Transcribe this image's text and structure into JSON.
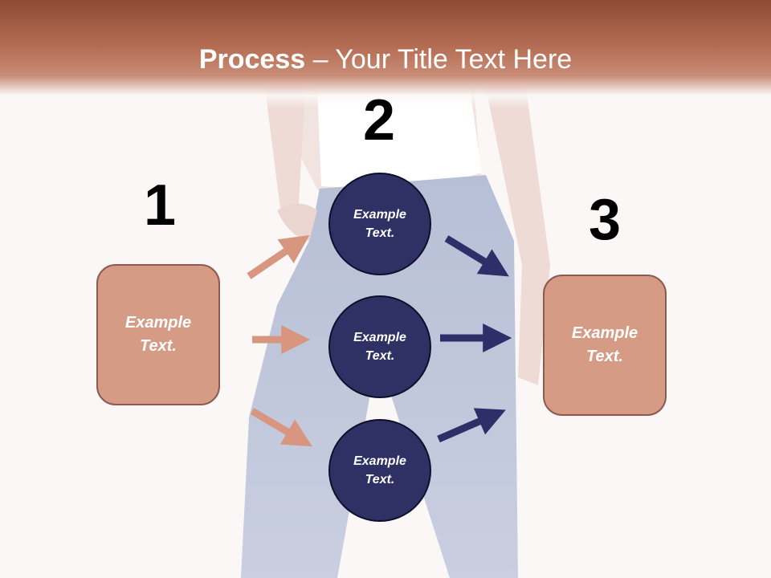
{
  "title": {
    "bold": "Process",
    "regular": " – Your Title Text Here"
  },
  "steps": [
    {
      "number": "1",
      "text_line1": "Example",
      "text_line2": "Text."
    },
    {
      "number": "2"
    },
    {
      "number": "3",
      "text_line1": "Example",
      "text_line2": "Text."
    }
  ],
  "circles": [
    {
      "text_line1": "Example",
      "text_line2": "Text."
    },
    {
      "text_line1": "Example",
      "text_line2": "Text."
    },
    {
      "text_line1": "Example",
      "text_line2": "Text."
    }
  ],
  "colors": {
    "title_bar": "#b66f55",
    "box_fill": "#d59b85",
    "circle_fill": "#2f3164",
    "arrow_left": "#d89680",
    "arrow_right": "#2e2f68"
  }
}
